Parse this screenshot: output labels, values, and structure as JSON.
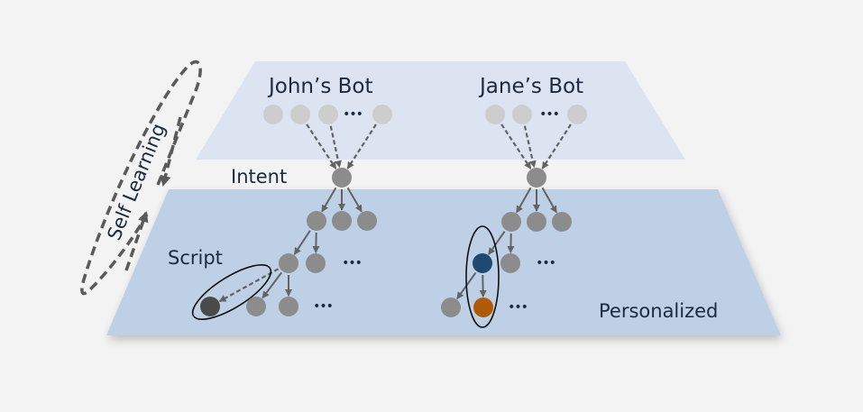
{
  "colors": {
    "background": "#f3f3f3",
    "upper_panel": "#dce4f2",
    "lower_panel": "#bed0e6",
    "node_light": "#cdcdcd",
    "node_gray": "#8c8c8c",
    "node_dark": "#4a4a4a",
    "node_blue": "#1f4970",
    "node_orange": "#b05a07",
    "edge": "#636363",
    "text": "#1c2a3e"
  },
  "labels": {
    "johns_bot": "John’s Bot",
    "janes_bot": "Jane’s Bot",
    "intent": "Intent",
    "script": "Script",
    "personalized": "Personalized",
    "self_learning": "Self Learning",
    "ellipsis": "•••"
  },
  "bots": [
    {
      "name": "John’s Bot",
      "top_nodes": 4,
      "tree": {
        "level_2": [
          "gray",
          "gray",
          "gray"
        ],
        "level_3": [
          "gray",
          "gray",
          "more"
        ],
        "level_4": [
          "dark",
          "gray",
          "gray",
          "more"
        ],
        "highlighted": "dark script node (dashed link)"
      }
    },
    {
      "name": "Jane’s Bot",
      "top_nodes": 3,
      "tree": {
        "level_2": [
          "gray",
          "gray",
          "gray"
        ],
        "level_3": [
          "blue",
          "gray",
          "more"
        ],
        "level_4": [
          "gray",
          "orange",
          "more"
        ],
        "highlighted": "blue → orange script path"
      }
    }
  ]
}
